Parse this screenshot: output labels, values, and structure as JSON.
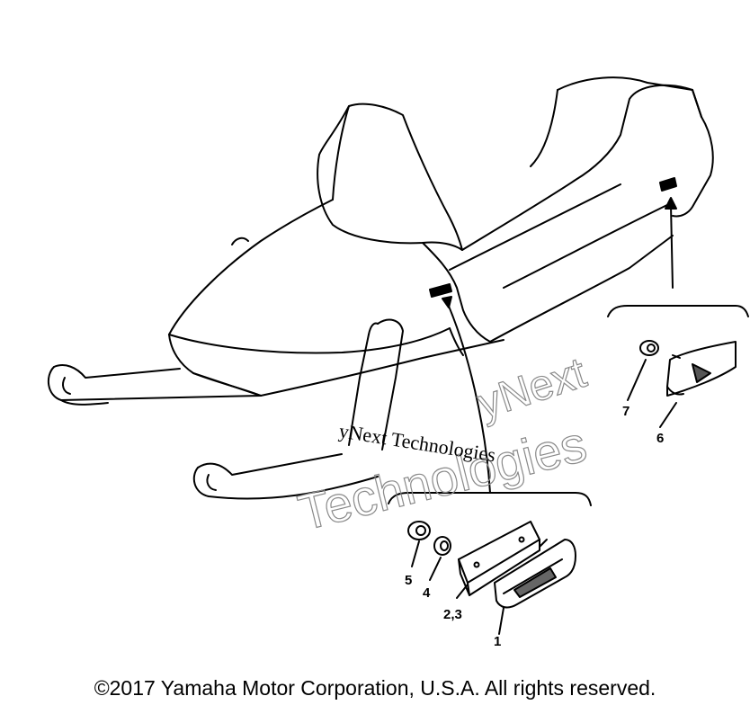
{
  "callouts": {
    "c1": "1",
    "c23": "2,3",
    "c4": "4",
    "c5": "5",
    "c6": "6",
    "c7": "7"
  },
  "watermark": {
    "outline_line1": "yNext",
    "outline_line2": "Technologies",
    "serif_text": "yNext Technologies"
  },
  "copyright": "©2017 Yamaha Motor Corporation, U.S.A. All rights reserved."
}
